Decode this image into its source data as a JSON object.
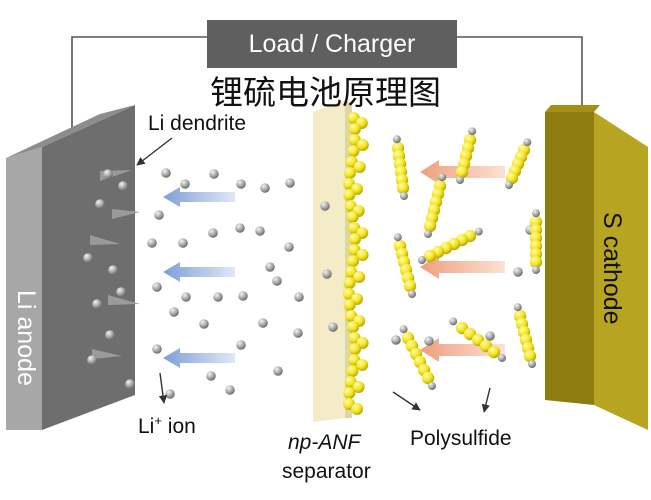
{
  "load_label": "Load / Charger",
  "title": "锂硫电池原理图",
  "labels": {
    "li_dendrite": "Li dendrite",
    "li_anode": "Li anode",
    "s_cathode": "S cathode",
    "li_ion_base": "Li",
    "li_ion_sup": "+",
    "li_ion_tail": " ion",
    "separator_italic": "np-ANF",
    "separator_word": "separator",
    "polysulfide": "Polysulfide"
  },
  "colors": {
    "anode_face": "#6f6f6f",
    "anode_side": "#9a9a9a",
    "cathode_face": "#b6a21e",
    "cathode_side": "#8f7d0f",
    "separator": "#f6efc8",
    "li_ion_arrow": "#8fa9d9",
    "polysulfide_arrow": "#f2b79a",
    "sulfur": "#f4e51e",
    "lithium": "#a8a8a8"
  }
}
